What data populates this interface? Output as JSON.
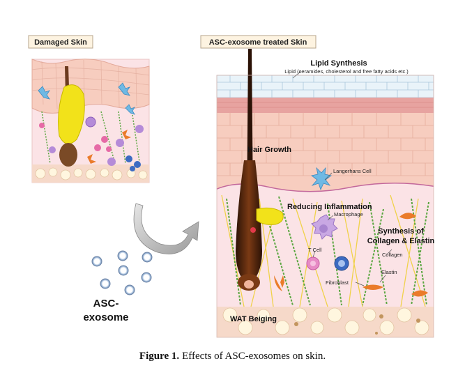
{
  "figure": {
    "panel_left_title": "Damaged Skin",
    "panel_right_title": "ASC-exosome treated Skin",
    "exosome_label_line1": "ASC-",
    "exosome_label_line2": "exosome",
    "labels": {
      "lipid_synthesis": "Lipid Synthesis",
      "lipid_detail": "Lipid (ceramides, cholesterol and free fatty acids etc.)",
      "hair_growth": "Hair Growth",
      "langerhans": "Langerhans Cell",
      "reducing_inflammation": "Reducing Inflammation",
      "macrophage": "Macrophage",
      "synthesis_line1": "Synthesis of",
      "synthesis_line2": "Collagen & Elastin",
      "collagen": "Collagen",
      "tcell": "T Cell",
      "elastin": "Elastin",
      "fibroblast": "Fibroblast",
      "wat_beiging": "WAT Beiging"
    },
    "colors": {
      "epidermis": "#f7cdbf",
      "dermis": "#fbe3e6",
      "fat": "#f6d9c9",
      "hair": "#5a2a10",
      "gland": "#f2e21a",
      "collagen": "#5aa640",
      "title_box": "#fdf3e1"
    }
  },
  "caption": {
    "label": "Figure 1.",
    "text": "Effects of ASC-exosomes on skin."
  }
}
